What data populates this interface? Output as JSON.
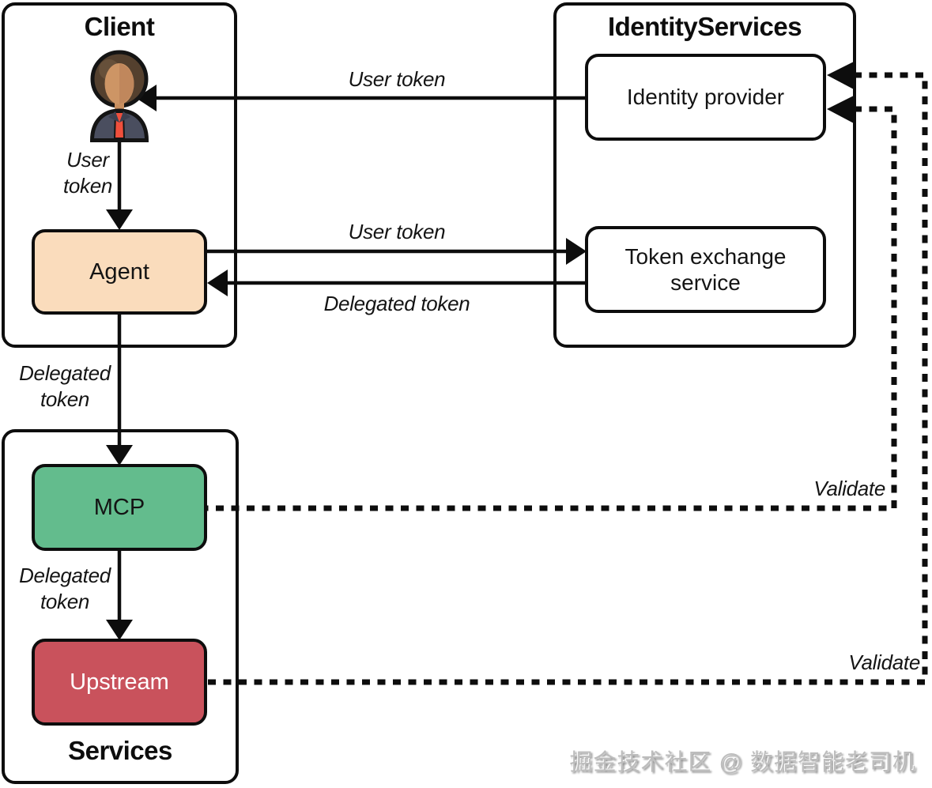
{
  "groups": {
    "client": {
      "title": "Client"
    },
    "identity_services": {
      "title": "IdentityServices"
    },
    "services": {
      "title": "Services"
    }
  },
  "nodes": {
    "user_avatar": {
      "label": "",
      "description": "person icon"
    },
    "agent": {
      "label": "Agent",
      "fill": "#FADCBC"
    },
    "identity_provider": {
      "label": "Identity provider",
      "fill": "#FFFFFF"
    },
    "token_exchange": {
      "label": "Token exchange service",
      "fill": "#FFFFFF"
    },
    "mcp": {
      "label": "MCP",
      "fill": "#63BC8D"
    },
    "upstream": {
      "label": "Upstream",
      "fill": "#C9525C"
    }
  },
  "edges": {
    "idp_to_user": {
      "label": "User token",
      "style": "solid"
    },
    "user_to_agent": {
      "label": "User token",
      "style": "solid"
    },
    "agent_to_token_exchange": {
      "label": "User token",
      "style": "solid"
    },
    "token_exchange_to_agent": {
      "label": "Delegated token",
      "style": "solid"
    },
    "agent_to_mcp": {
      "label": "Delegated token",
      "style": "solid"
    },
    "mcp_to_upstream": {
      "label": "Delegated token",
      "style": "solid"
    },
    "mcp_to_idp": {
      "label": "Validate",
      "style": "dotted"
    },
    "upstream_to_idp": {
      "label": "Validate",
      "style": "dotted"
    }
  },
  "colors": {
    "line": "#0d0d0d",
    "agent_fill": "#FADCBC",
    "mcp_fill": "#63BC8D",
    "upstream_fill": "#C9525C",
    "upstream_text": "#FFFFFF"
  },
  "watermark": "掘金技术社区 @ 数据智能老司机"
}
